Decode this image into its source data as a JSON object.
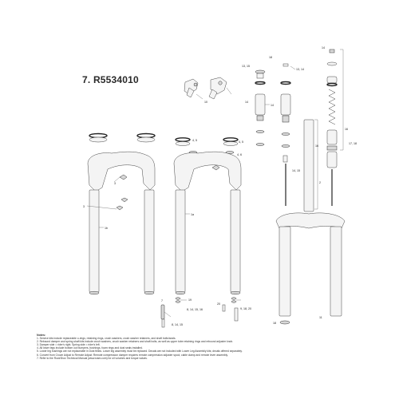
{
  "heading": "7. R5534010",
  "callouts": {
    "c10": "10",
    "c13_15": "13, 15",
    "c18": "18",
    "c13_14": "13, 14",
    "c14_a": "14",
    "c14_b": "14",
    "c14_top": "14",
    "c16": "16",
    "c17_18": "17, 18",
    "c16_small": "16",
    "c14_15": "14, 15",
    "c2": "2",
    "c4_5_a": "4, 5",
    "c4_5_b": "4, 5",
    "c4_6": "4, 6",
    "c3_a": "3",
    "c3_b": "3",
    "c1b": "1b",
    "c1a": "1a",
    "c7": "7",
    "c19": "19",
    "c8_14_15_16": "8, 14, 15, 16",
    "c20": "20",
    "c9_18_20": "9, 18, 20",
    "c8_14_15": "8, 14, 15",
    "c11": "11",
    "c18_bottom": "18"
  },
  "notes": {
    "title": "Notes:",
    "lines": [
      "1. Service kits include replaceable o-rings, retaining rings, crush washers, crush washer retainers, and shaft bolts/seals.",
      "2. Rebound damper and spring shaft kits include crush washers, crush washer retainers and shaft bolts, as well as upper tube retaining rings and rebound adjuster knob.",
      "3. Damper side = rider's right. Spring side = rider's left.",
      "4. All lower legs include bottom out bumpers, bushings, foam rings and dust seals installed.",
      "5. Lower leg bushings are not replaceable in Dust fields. Lower leg assembly must be replaced. Decals are not included with Lower Leg Assembly kits; decals offered separately.",
      "6. Convert from Crown Adjust to Remote Adjust: Remote compression damper requires remote compression adjuster spool, cable clamp and remote lever assembly.",
      "7. Refer to the RockShox Technical Manual (www.sram.com) for oil volumes and torque values."
    ]
  }
}
